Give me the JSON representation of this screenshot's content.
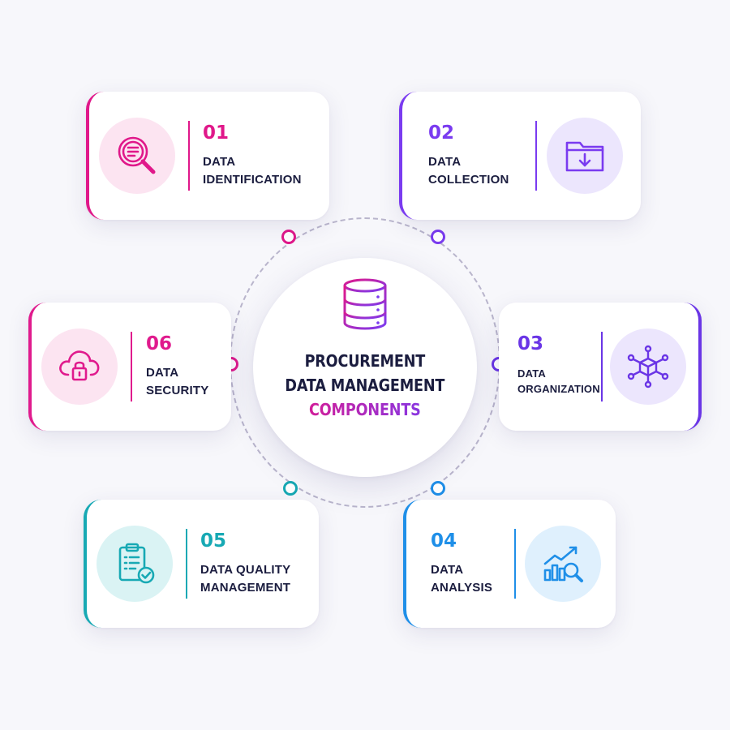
{
  "center": {
    "title_lines": [
      "PROCUREMENT",
      "DATA MANAGEMENT",
      "COMPONENTS"
    ],
    "icon": "database-icon"
  },
  "colors": {
    "pink": "#e0188a",
    "violet": "#7a3bf0",
    "purple": "#6a35e6",
    "blue": "#1f8fe8",
    "teal": "#17a9b4",
    "magenta": "#e01a8d",
    "dark_text": "#1b1d3f"
  },
  "components": [
    {
      "number": "01",
      "lines": [
        "DATA",
        "IDENTIFICATION"
      ],
      "icon": "magnifier-document-icon"
    },
    {
      "number": "02",
      "lines": [
        "DATA",
        "COLLECTION"
      ],
      "icon": "folder-download-icon"
    },
    {
      "number": "03",
      "lines": [
        "DATA",
        "ORGANIZATION"
      ],
      "icon": "network-cube-icon"
    },
    {
      "number": "04",
      "lines": [
        "DATA",
        "ANALYSIS"
      ],
      "icon": "chart-magnifier-icon"
    },
    {
      "number": "05",
      "lines": [
        "DATA QUALITY",
        "MANAGEMENT"
      ],
      "icon": "clipboard-check-icon"
    },
    {
      "number": "06",
      "lines": [
        "DATA",
        "SECURITY"
      ],
      "icon": "cloud-lock-icon"
    }
  ]
}
